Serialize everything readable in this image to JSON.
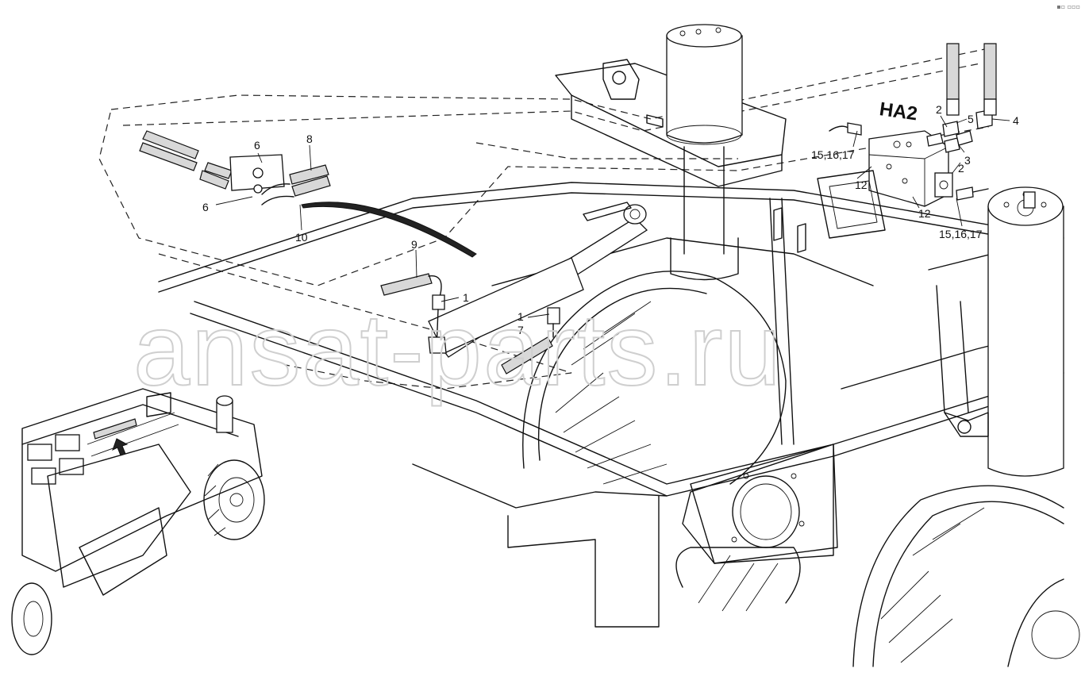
{
  "diagram": {
    "assembly_label": "HA2",
    "watermark": "ansat-parts.ru",
    "corner_mark": "▪▫ ▫▫▫",
    "callouts": [
      "6",
      "8",
      "6",
      "10",
      "9",
      "1",
      "1",
      "7",
      "2",
      "5",
      "4",
      "15,16,17",
      "12",
      "2",
      "3",
      "12",
      "15,16,17"
    ]
  },
  "icons": {
    "locator_arrow": "up-arrow-icon"
  }
}
